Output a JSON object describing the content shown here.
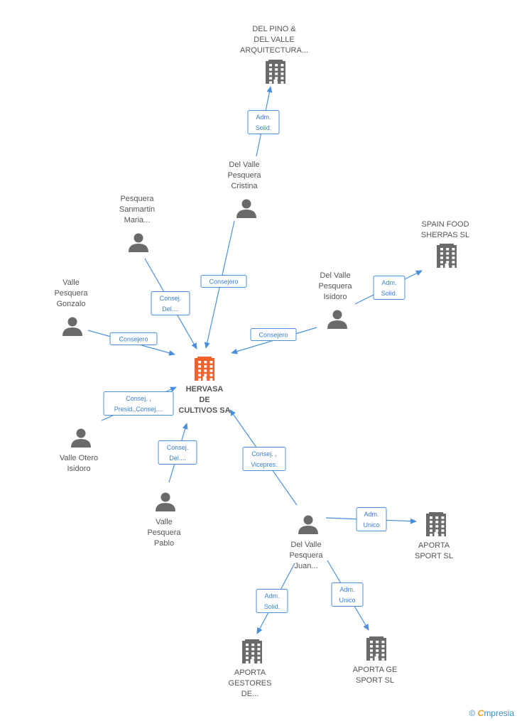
{
  "colors": {
    "edge": "#4a8fdc",
    "main_node": "#f0622e",
    "node": "#6a6a6a",
    "label": "#555555"
  },
  "nodes": [
    {
      "id": "hervasa",
      "type": "company",
      "main": true,
      "lines": [
        "HERVASA",
        "DE",
        "CULTIVOS SA"
      ],
      "icon": "building-icon"
    },
    {
      "id": "delpino",
      "type": "company",
      "lines": [
        "DEL PINO &",
        "DEL VALLE",
        "ARQUITECTURA..."
      ],
      "icon": "building-icon"
    },
    {
      "id": "cristina",
      "type": "person",
      "lines": [
        "Del Valle",
        "Pesquera",
        "Cristina"
      ],
      "icon": "person-icon"
    },
    {
      "id": "maria",
      "type": "person",
      "lines": [
        "Pesquera",
        "Sanmartin",
        "Maria..."
      ],
      "icon": "person-icon"
    },
    {
      "id": "gonzalo",
      "type": "person",
      "lines": [
        "Valle",
        "Pesquera",
        "Gonzalo"
      ],
      "icon": "person-icon"
    },
    {
      "id": "isidoro_vp",
      "type": "person",
      "lines": [
        "Del Valle",
        "Pesquera",
        "Isidoro"
      ],
      "icon": "person-icon"
    },
    {
      "id": "spainfood",
      "type": "company",
      "lines": [
        "SPAIN FOOD",
        "SHERPAS  SL"
      ],
      "icon": "building-icon"
    },
    {
      "id": "otero",
      "type": "person",
      "lines": [
        "Valle Otero",
        "Isidoro"
      ],
      "icon": "person-icon"
    },
    {
      "id": "pablo",
      "type": "person",
      "lines": [
        "Valle",
        "Pesquera",
        "Pablo"
      ],
      "icon": "person-icon"
    },
    {
      "id": "juan",
      "type": "person",
      "lines": [
        "Del Valle",
        "Pesquera",
        "Juan..."
      ],
      "icon": "person-icon"
    },
    {
      "id": "aporta_sport",
      "type": "company",
      "lines": [
        "APORTA",
        "SPORT SL"
      ],
      "icon": "building-icon"
    },
    {
      "id": "aporta_gestores",
      "type": "company",
      "lines": [
        "APORTA",
        "GESTORES",
        "DE..."
      ],
      "icon": "building-icon"
    },
    {
      "id": "aporta_ge",
      "type": "company",
      "lines": [
        "APORTA GE",
        "SPORT SL"
      ],
      "icon": "building-icon"
    }
  ],
  "edges": [
    {
      "from": "cristina",
      "to": "delpino",
      "label": [
        "Adm.",
        "Solid."
      ]
    },
    {
      "from": "cristina",
      "to": "hervasa",
      "label": [
        "Consejero"
      ]
    },
    {
      "from": "maria",
      "to": "hervasa",
      "label": [
        "Consej.",
        "Del...."
      ]
    },
    {
      "from": "gonzalo",
      "to": "hervasa",
      "label": [
        "Consejero"
      ]
    },
    {
      "from": "isidoro_vp",
      "to": "hervasa",
      "label": [
        "Consejero"
      ]
    },
    {
      "from": "isidoro_vp",
      "to": "spainfood",
      "label": [
        "Adm.",
        "Solid."
      ]
    },
    {
      "from": "otero",
      "to": "hervasa",
      "label": [
        "Consej. ,",
        "Presid.,Consej...."
      ]
    },
    {
      "from": "pablo",
      "to": "hervasa",
      "label": [
        "Consej.",
        "Del...."
      ]
    },
    {
      "from": "juan",
      "to": "hervasa",
      "label": [
        "Consej. ,",
        "Vicepres."
      ]
    },
    {
      "from": "juan",
      "to": "aporta_sport",
      "label": [
        "Adm.",
        "Unico"
      ]
    },
    {
      "from": "juan",
      "to": "aporta_gestores",
      "label": [
        "Adm.",
        "Solid."
      ]
    },
    {
      "from": "juan",
      "to": "aporta_ge",
      "label": [
        "Adm.",
        "Unico"
      ]
    }
  ],
  "footer": {
    "copyright": "©",
    "brand_initial": "C",
    "brand_rest": "mpresia"
  }
}
